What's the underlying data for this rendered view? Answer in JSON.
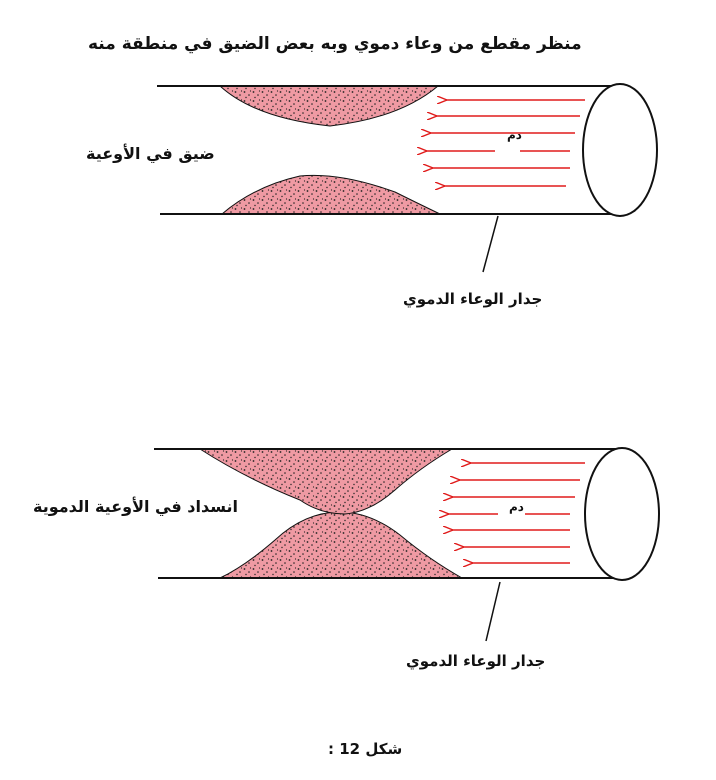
{
  "title": "منظر مقطع من وعاء دموي وبه بعض الضيق في منطقة منه",
  "diagram_narrowing": {
    "label": "ضيق في الأوعية",
    "blood_label": "دم",
    "wall_label": "جدار الوعاء الدموي"
  },
  "diagram_blockage": {
    "label": "انسداد في الأوعية الدموية",
    "blood_label": "دم",
    "wall_label": "جدار الوعاء الدموي"
  },
  "caption": "شكل 12 :",
  "colors": {
    "plaque_fill": "#ef9aa3",
    "arrow": "#e01b1b",
    "outline": "#111111"
  }
}
